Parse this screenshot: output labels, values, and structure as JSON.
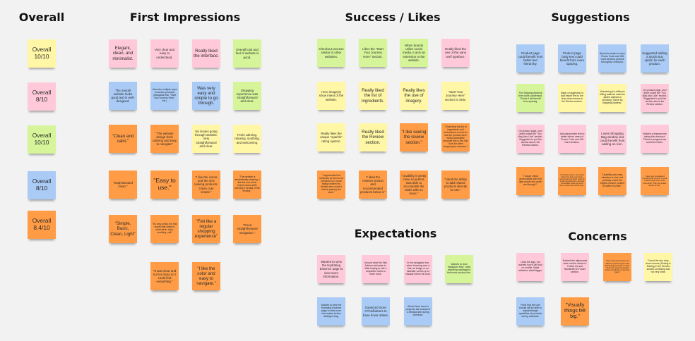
{
  "colors": {
    "yellow": "#fff7a6",
    "pink": "#ffc9d9",
    "green": "#d6f59a",
    "blue": "#a9cbf6",
    "orange": "#ff9c45",
    "canvas": "#f2f2f2"
  },
  "sections": {
    "overall": {
      "title": "Overall",
      "notes": [
        {
          "text": "Overall 10/10",
          "color": "yellow"
        },
        {
          "text": "Overall 8/10",
          "color": "pink"
        },
        {
          "text": "Overall 10/10",
          "color": "green"
        },
        {
          "text": "Overall 8/10",
          "color": "blue"
        },
        {
          "text": "Overall 8.4/10",
          "color": "orange"
        }
      ]
    },
    "first_impressions": {
      "title": "First Impressions",
      "notes": [
        {
          "text": "Elegant, clean, and minimalist.",
          "color": "pink"
        },
        {
          "text": "Very clear and easy to understand.",
          "color": "pink"
        },
        {
          "text": "Really liked the interface.",
          "color": "pink"
        },
        {
          "text": "Overall look and feel of website is good.",
          "color": "green"
        },
        {
          "text": "The overall website looks good and is well-designed.",
          "color": "blue"
        },
        {
          "text": "Likes the multiple ways to access products (navigation bar, \"Start Your Journey Here,\" etc.)",
          "color": "blue"
        },
        {
          "text": "Was very easy and simple to go through.",
          "color": "blue"
        },
        {
          "text": "Shopping experience was straightforward and clear.",
          "color": "green"
        },
        {
          "text": "\"Clean and calm.\"",
          "color": "orange"
        },
        {
          "text": "\"The website design feels calming and easy to navigate\"",
          "color": "orange"
        },
        {
          "text": "No issues going through website. Very straightforward and clear.",
          "color": "yellow"
        },
        {
          "text": "Feels calming, relaxing, soothing, and welcoming.",
          "color": "yellow"
        },
        {
          "text": "\"Sophisticated clean.\"",
          "color": "orange"
        },
        {
          "text": "\"Easy to use.\"",
          "color": "orange"
        },
        {
          "text": "\"I like the colors and the nice looking products. Clean cute simple.\"",
          "color": "orange"
        },
        {
          "text": "\"The website is aesthetically pleasing. I like the use of the brand colors while keeping it neutral. It felt inviting.\"",
          "color": "orange"
        },
        {
          "text": "\"Simple, Basic, Clean, Light\"",
          "color": "orange"
        },
        {
          "text": "\"It's very pretty, the first words that came to mind were: calm, soothing, soft\"",
          "color": "orange"
        },
        {
          "text": "\"Felt like a regular shopping experience\"",
          "color": "orange"
        },
        {
          "text": "\"Good straightforward navigation.\"",
          "color": "orange"
        },
        {
          "text": "\"It was clear and not too busy so I could find everything.\"",
          "color": "orange"
        },
        {
          "text": "\"I like the color and easy to navigate.\"",
          "color": "orange"
        }
      ]
    },
    "success_likes": {
      "title": "Success / Likes",
      "notes": [
        {
          "text": "Checkout process similar to other websites.",
          "color": "green"
        },
        {
          "text": "Likes the \"Start Your Journey Here\" section.",
          "color": "green"
        },
        {
          "text": "When brands utilize social media, it acts an extension to the website.",
          "color": "green"
        },
        {
          "text": "Really liked the use of the sans serif typeface.",
          "color": "pink"
        },
        {
          "text": "Hero image(s) show intent of the website.",
          "color": "yellow"
        },
        {
          "text": "Really liked the list of ingredients.",
          "color": "yellow"
        },
        {
          "text": "Really likes the use of imagery.",
          "color": "yellow"
        },
        {
          "text": "\"Start Your Journey Here\" section is clear.",
          "color": "yellow"
        },
        {
          "text": "Really likes the unique \"sparkle\" rating system.",
          "color": "yellow"
        },
        {
          "text": "Really liked the Review section.",
          "color": "yellow"
        },
        {
          "text": "\"I like seeing the review section.\"",
          "color": "orange"
        },
        {
          "text": "\"I liked that the list of ingredients and instructions on how to use the product were easily accessible because this is key info I look for when shopping for skincare.\"",
          "color": "orange"
        },
        {
          "text": "\"I appreciated the summary at the end of checkout so I could easily confirm my details were correct before placing the order.\"",
          "color": "orange"
        },
        {
          "text": "\"I liked the reviews section and recommended products below it.\"",
          "color": "orange"
        },
        {
          "text": "\"Usability is pretty close to perfect, was able to accomplish the tasks with no issue.\"",
          "color": "orange"
        },
        {
          "text": "\"Liked the ability to add related products directly to cart.\"",
          "color": "orange"
        }
      ]
    },
    "expectations": {
      "title": "Expectations",
      "notes": [
        {
          "text": "Wanted to view the Hydrating Essence page to view more information.",
          "color": "pink"
        },
        {
          "text": "Unsure what the Skin Advisor tab leads to. Was hoping to see a dropdown menu to learn more.",
          "color": "pink"
        },
        {
          "text": "In the navigation bar, when hovering over a link, an image or an indicator comes up to visually inform the user.",
          "color": "pink"
        },
        {
          "text": "Wanted to view Instagram feed. Likes exploring hashtags to find more product info.",
          "color": "green"
        },
        {
          "text": "Wanted to view the Hydrating Essence page to view more information before adding to bag.",
          "color": "blue"
        },
        {
          "text": "Expected more CTAs/buttons to have hover states.",
          "color": "blue"
        },
        {
          "text": "Would have loved a progress bar instead of a breadcrumb during checkout.",
          "color": "blue"
        }
      ]
    },
    "suggestions": {
      "title": "Suggestions",
      "notes": [
        {
          "text": "Product page could benefit from better text hierarchy.",
          "color": "blue"
        },
        {
          "text": "Product page body text could benefit from more spacing.",
          "color": "blue"
        },
        {
          "text": "Would be better to have Promo Code and Gift Card sections present throughout checkout.",
          "color": "blue"
        },
        {
          "text": "Suggested adding a Quick Buy option for each product.",
          "color": "blue"
        },
        {
          "text": "The Shipping Address form looks condensed. Thinks it will benefit from spacing.",
          "color": "green"
        },
        {
          "text": "Made a suggestion to add helper text to the drop down menus in the Review section.",
          "color": "yellow"
        },
        {
          "text": "Wondering if a different billing address could be added instead of checking \"Same As Shipping Address.\"",
          "color": "yellow"
        },
        {
          "text": "On product page, user didn't notice the \"You May Also Like\" section. Suggested to put this section above the Review section.",
          "color": "pink"
        },
        {
          "text": "On product page, user didn't notice the \"You May Also Like\" section. Suggested to put this section above the Review section.",
          "color": "pink"
        },
        {
          "text": "Add placeholder text to better inform users of Promo Code and Gift Card sections.",
          "color": "pink"
        },
        {
          "text": "Loves Shopping Bag window, but could benefit from adding an icon.",
          "color": "pink"
        },
        {
          "text": "Noticed a breadcrumb during the checkout. Thinks a progress bar would be better.",
          "color": "pink"
        },
        {
          "text": "\"I would check accessibility with that light purple and white text though?\"",
          "color": "orange"
        },
        {
          "text": "\"And here section, the section below has quite a few lines and sequences which could be a little overwhelming, perhaps consolidate these into just a few to reach the product type.\"",
          "color": "orange"
        },
        {
          "text": "\"Usability was easy, interface is nice, but perhaps round the edges of some content to soften it a little.\"",
          "color": "orange"
        },
        {
          "text": "\"Have you considered rounding the corners of your buttons and other 'hard' elements? They felt a little abrupt to me.\"",
          "color": "orange"
        }
      ]
    },
    "concerns": {
      "title": "Concerns",
      "notes": [
        {
          "text": "Likes the logo, but worried how it will look on mobile. Make reflection detail bigger.",
          "color": "pink"
        },
        {
          "text": "Noticed the alignments were not the same for Follow Us and Newsletter in Footer section.",
          "color": "pink"
        },
        {
          "text": "\"The rows and columns of different product types was distracting and hard to read. I'd put the actual products before the library of product types.\"",
          "color": "orange"
        },
        {
          "text": "Found the two drop down menus (Sorting & Rating) in the Review section confusing and not very clear.",
          "color": "yellow"
        },
        {
          "text": "Feels that the user should still be able to adjust/change quantities of products during checkout.",
          "color": "blue"
        },
        {
          "text": "\"Visually things felt big.\"",
          "color": "orange"
        }
      ]
    }
  }
}
